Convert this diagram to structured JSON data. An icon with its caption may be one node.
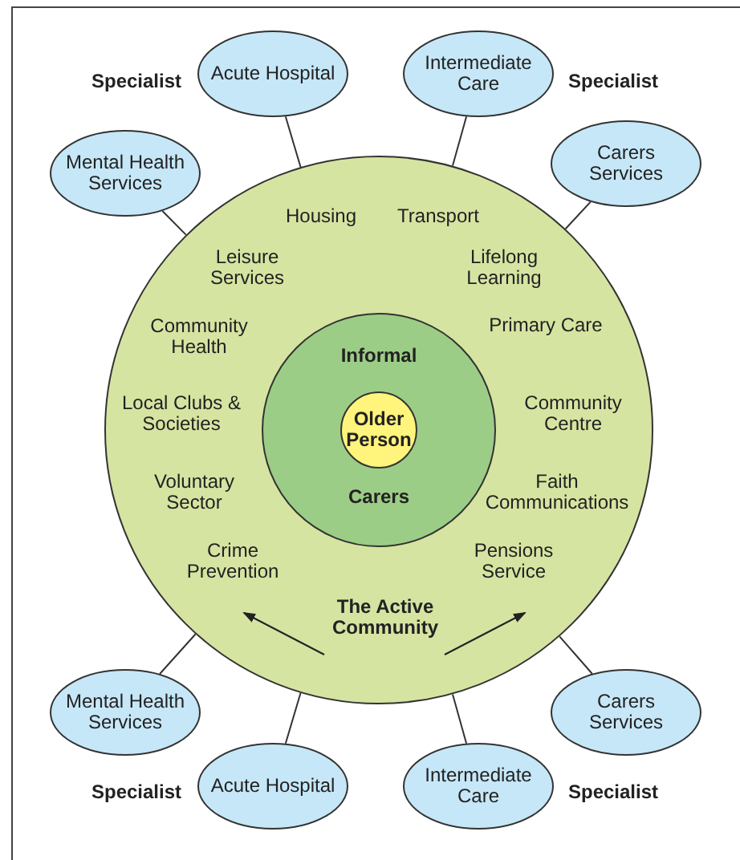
{
  "diagram": {
    "nodes": [
      {
        "text": [
          "Housing",
          "Transport",
          "Leisure Services",
          "Lifelong Learning",
          "Community Health",
          "Primary Care",
          "Local Clubs & Societies",
          "Community Centre",
          "Voluntary Sector",
          "Faith Communications",
          "Crime Prevention",
          "Pensions Service",
          "The Active Community"
        ]
      },
      {
        "text": [
          "Informal",
          "Carers"
        ],
        "in": 0
      },
      {
        "text": [
          "Older Person"
        ],
        "in": 1
      },
      {
        "text": [
          "Acute Hospital"
        ]
      },
      {
        "text": [
          "Intermediate Care"
        ]
      },
      {
        "text": [
          "Mental Health Services"
        ]
      },
      {
        "text": [
          "Carers Services"
        ]
      },
      {
        "text": [
          "Mental Health Services"
        ]
      },
      {
        "text": [
          "Carers Services"
        ]
      },
      {
        "text": [
          "Acute Hospital"
        ]
      },
      {
        "text": [
          "Intermediate Care"
        ]
      }
    ],
    "edges": [
      {
        "from": 3,
        "to": 0,
        "arrow": "none"
      },
      {
        "from": 4,
        "to": 0,
        "arrow": "none"
      },
      {
        "from": 5,
        "to": 0,
        "arrow": "none"
      },
      {
        "from": 6,
        "to": 0,
        "arrow": "none"
      },
      {
        "from": 7,
        "to": 0,
        "arrow": "none"
      },
      {
        "from": 8,
        "to": 0,
        "arrow": "none"
      },
      {
        "from": 9,
        "to": 0,
        "arrow": "none"
      },
      {
        "from": 10,
        "to": 0,
        "arrow": "none"
      }
    ],
    "labels": [
      "Specialist",
      "Specialist",
      "Specialist",
      "Specialist"
    ]
  }
}
